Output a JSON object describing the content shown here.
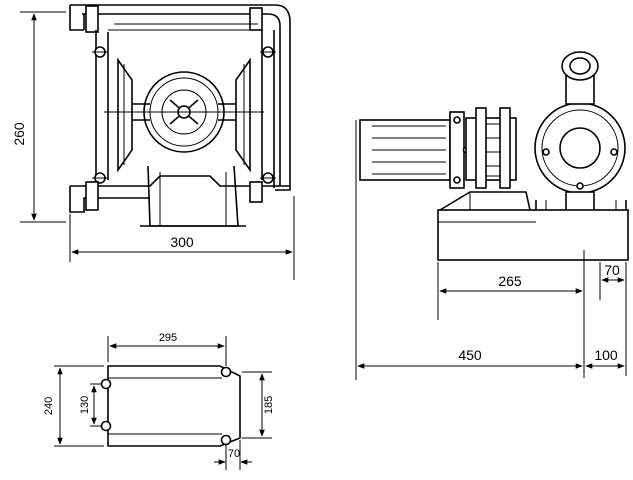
{
  "front_view": {
    "height_label": "260",
    "width_label": "300"
  },
  "side_view": {
    "base_offset_label": "265",
    "flange_offset_label": "70",
    "overall_length_label": "450",
    "pump_end_label": "100"
  },
  "base_plan": {
    "length_label": "295",
    "overall_width_label": "240",
    "bolt_spacing_label": "130",
    "base_width_label": "185",
    "end_offset_label": "70"
  }
}
